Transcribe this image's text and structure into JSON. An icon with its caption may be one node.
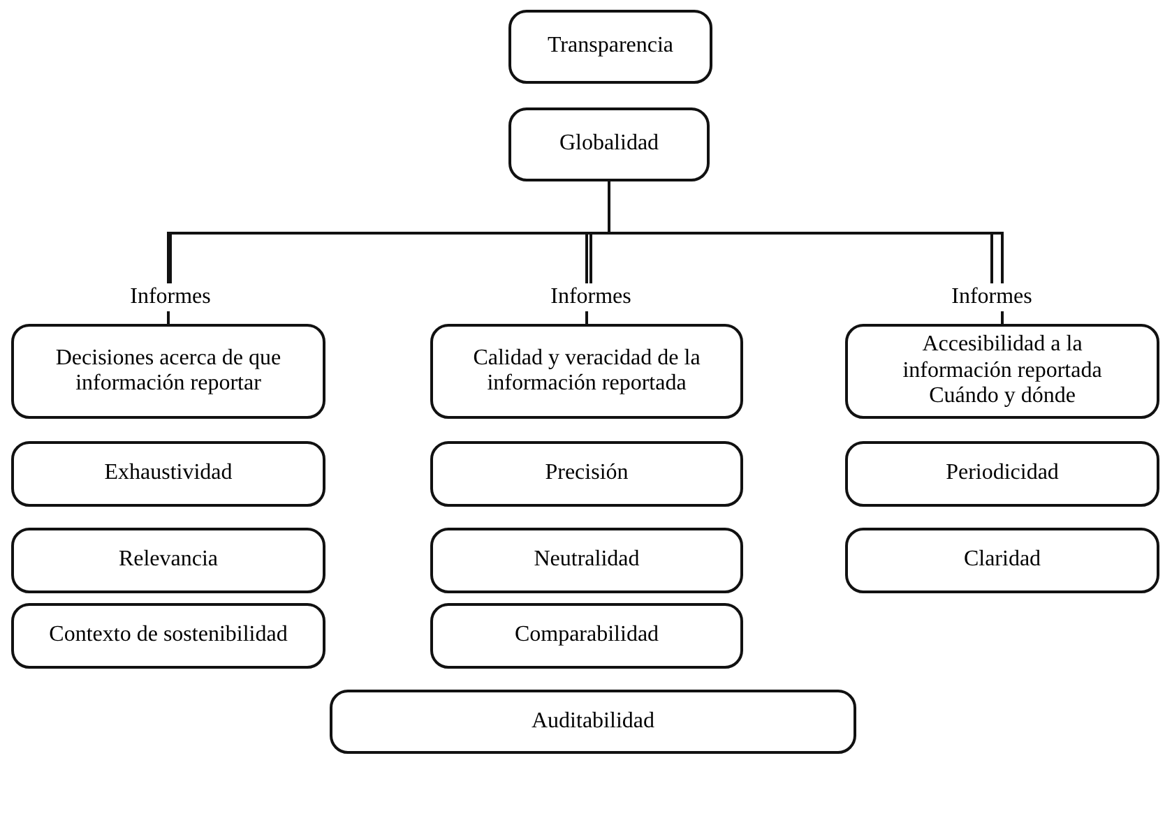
{
  "diagram": {
    "nodes": [
      {
        "text": [
          "Transparencia"
        ]
      },
      {
        "text": [
          "Globalidad"
        ]
      },
      {
        "text": [
          "Informes"
        ]
      },
      {
        "text": [
          "Informes"
        ]
      },
      {
        "text": [
          "Informes"
        ]
      },
      {
        "text": [
          "Decisiones acerca de que información reportar"
        ]
      },
      {
        "text": [
          "Calidad y veracidad de la información reportada"
        ]
      },
      {
        "text": [
          "Accesibilidad a la información reportada",
          "Cuándo y dónde"
        ]
      },
      {
        "text": [
          "Exhaustividad"
        ]
      },
      {
        "text": [
          "Relevancia"
        ]
      },
      {
        "text": [
          "Contexto de sostenibilidad"
        ]
      },
      {
        "text": [
          "Precisión"
        ]
      },
      {
        "text": [
          "Neutralidad"
        ]
      },
      {
        "text": [
          "Comparabilidad"
        ]
      },
      {
        "text": [
          "Periodicidad"
        ]
      },
      {
        "text": [
          "Claridad"
        ]
      },
      {
        "text": [
          "Auditabilidad"
        ]
      }
    ],
    "edges": [
      {
        "from": 1,
        "to": 2,
        "arrow": "none"
      },
      {
        "from": 1,
        "to": 3,
        "arrow": "none"
      },
      {
        "from": 1,
        "to": 4,
        "arrow": "none"
      },
      {
        "from": 2,
        "to": 5,
        "arrow": "none"
      },
      {
        "from": 3,
        "to": 6,
        "arrow": "none"
      },
      {
        "from": 4,
        "to": 7,
        "arrow": "none"
      }
    ]
  }
}
